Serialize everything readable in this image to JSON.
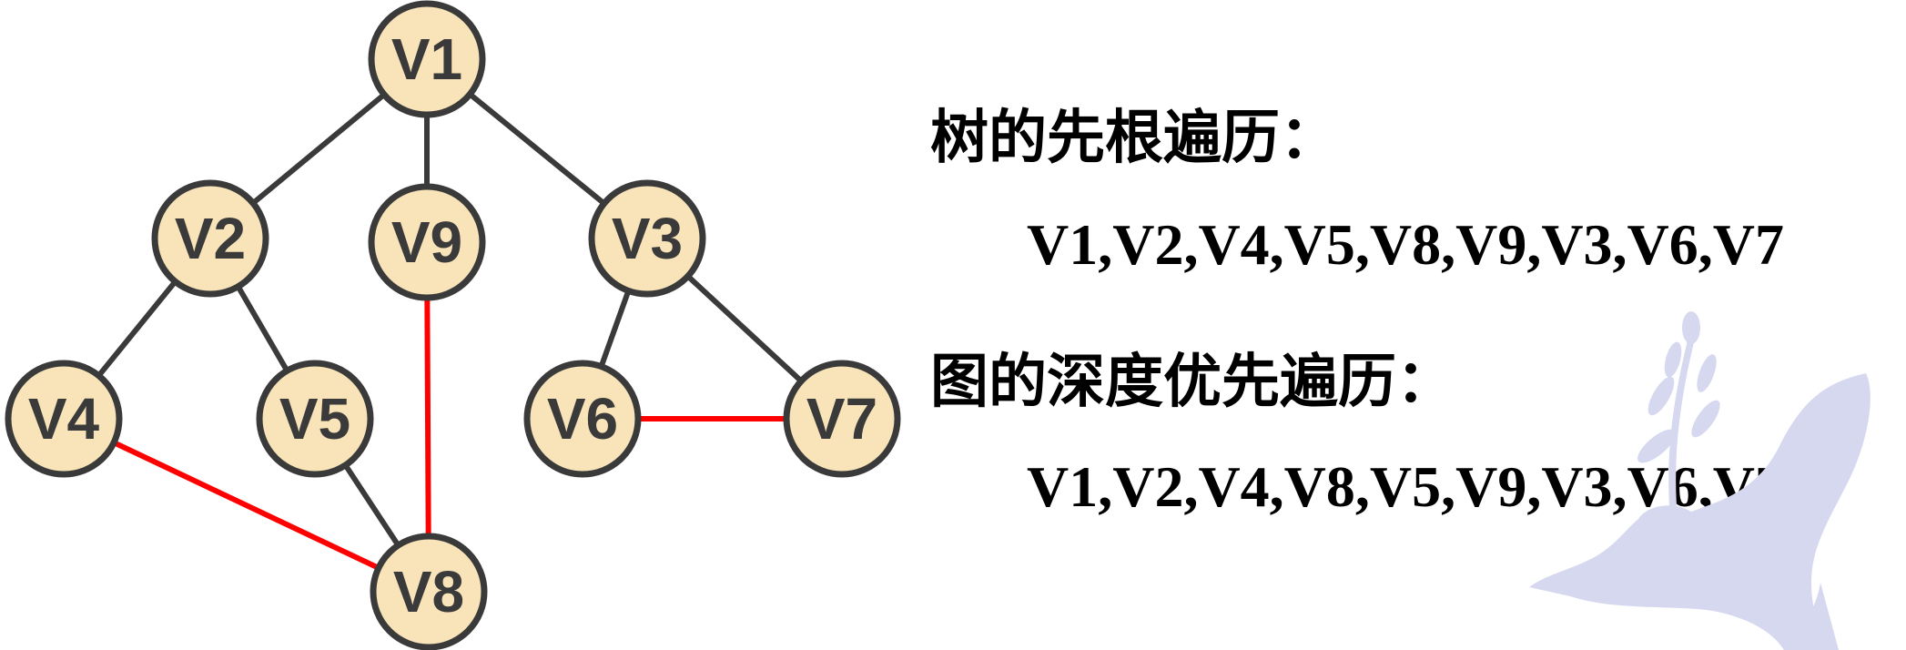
{
  "colors": {
    "node_fill": "#f8e4b8",
    "node_stroke": "#3a3a3a",
    "tree_edge": "#3a3a3a",
    "nontree_edge": "#ff0000",
    "watermark": "#d6d8f0"
  },
  "graph": {
    "nodes": [
      {
        "id": "V1",
        "label": "V1"
      },
      {
        "id": "V2",
        "label": "V2"
      },
      {
        "id": "V9",
        "label": "V9"
      },
      {
        "id": "V3",
        "label": "V3"
      },
      {
        "id": "V4",
        "label": "V4"
      },
      {
        "id": "V5",
        "label": "V5"
      },
      {
        "id": "V6",
        "label": "V6"
      },
      {
        "id": "V7",
        "label": "V7"
      },
      {
        "id": "V8",
        "label": "V8"
      }
    ],
    "edges": [
      {
        "from": "V1",
        "to": "V2",
        "kind": "tree"
      },
      {
        "from": "V1",
        "to": "V9",
        "kind": "tree"
      },
      {
        "from": "V1",
        "to": "V3",
        "kind": "tree"
      },
      {
        "from": "V2",
        "to": "V4",
        "kind": "tree"
      },
      {
        "from": "V2",
        "to": "V5",
        "kind": "tree"
      },
      {
        "from": "V5",
        "to": "V8",
        "kind": "tree"
      },
      {
        "from": "V3",
        "to": "V6",
        "kind": "tree"
      },
      {
        "from": "V3",
        "to": "V7",
        "kind": "tree"
      },
      {
        "from": "V4",
        "to": "V8",
        "kind": "nontree"
      },
      {
        "from": "V9",
        "to": "V8",
        "kind": "nontree"
      },
      {
        "from": "V6",
        "to": "V7",
        "kind": "nontree"
      }
    ]
  },
  "text": {
    "tree_preorder_title": "树的先根遍历：",
    "tree_preorder_sequence": "V1,V2,V4,V5,V8,V9,V3,V6,V7",
    "graph_dfs_title": "图的深度优先遍历：",
    "graph_dfs_sequence": "V1,V2,V4,V8,V5,V9,V3,V6,V7"
  }
}
